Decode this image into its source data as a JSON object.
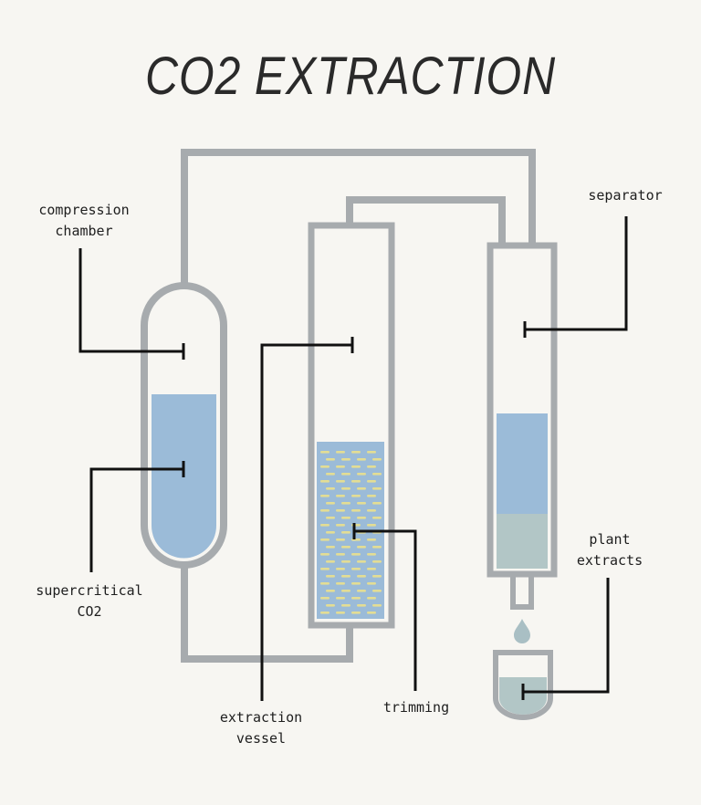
{
  "title": "CO2 EXTRACTION",
  "colors": {
    "background": "#f7f6f2",
    "pipe": "#a7abae",
    "co2_liquid": "#9bbbd8",
    "plant_extract": "#b2c6c6",
    "plant_flakes": "#e3dd94",
    "leader_line": "#111111",
    "text": "#1e1e1e"
  },
  "labels": {
    "compression_chamber": [
      "compression",
      "chamber"
    ],
    "supercritical_co2": [
      "supercritical",
      "CO2"
    ],
    "extraction_vessel": [
      "extraction",
      "vessel"
    ],
    "trimming": "trimming",
    "separator": "separator",
    "plant_extracts": [
      "plant",
      "extracts"
    ]
  }
}
